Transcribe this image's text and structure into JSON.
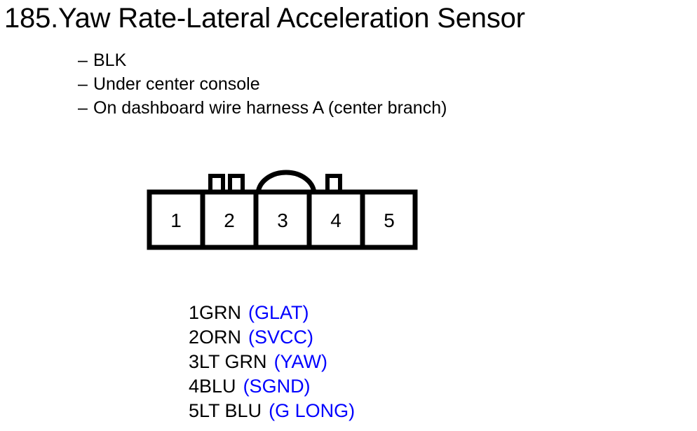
{
  "page": {
    "background_color": "#ffffff",
    "text_color": "#000000",
    "accent_color": "#0000ff",
    "title": "185.Yaw Rate-Lateral Acceleration Sensor"
  },
  "notes": {
    "dash": "–",
    "items": [
      "BLK",
      "Under center console",
      "On dashboard wire harness A (center branch)"
    ]
  },
  "connector": {
    "pin_count": 5,
    "pin_numbers": [
      "1",
      "2",
      "3",
      "4",
      "5"
    ],
    "latch_tabs": 3,
    "arch_over_pin": "3"
  },
  "pin_legend": [
    {
      "id": "1",
      "wire_color": "GRN",
      "signal": "(GLAT)"
    },
    {
      "id": "2",
      "wire_color": "ORN",
      "signal": "(SVCC)"
    },
    {
      "id": "3",
      "wire_color": "LT GRN",
      "signal": "(YAW)"
    },
    {
      "id": "4",
      "wire_color": "BLU",
      "signal": "(SGND)"
    },
    {
      "id": "5",
      "wire_color": "LT BLU",
      "signal": "(G LONG)"
    }
  ]
}
